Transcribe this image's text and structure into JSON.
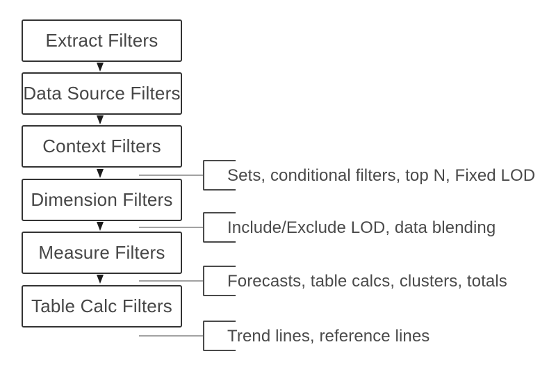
{
  "flow": {
    "boxes": [
      {
        "label": "Extract Filters"
      },
      {
        "label": "Data Source Filters"
      },
      {
        "label": "Context Filters"
      },
      {
        "label": "Dimension Filters"
      },
      {
        "label": "Measure Filters"
      },
      {
        "label": "Table Calc Filters"
      }
    ]
  },
  "annotations": [
    {
      "label": "Sets, conditional filters, top N, Fixed LOD"
    },
    {
      "label": "Include/Exclude LOD, data blending"
    },
    {
      "label": "Forecasts, table calcs, clusters, totals"
    },
    {
      "label": "Trend lines, reference lines"
    }
  ],
  "icons": [
    {
      "name": "down-arrow-icon",
      "glyph": "▼",
      "count": 5
    }
  ],
  "colors": {
    "background": "#ffffff",
    "box_border": "#333333",
    "box_text": "#464646",
    "arrow_fill": "#1c1c1c",
    "connector_line": "#a2a2a2",
    "bracket_line": "#4a4a4a",
    "annotation_text": "#4a4a4a"
  }
}
